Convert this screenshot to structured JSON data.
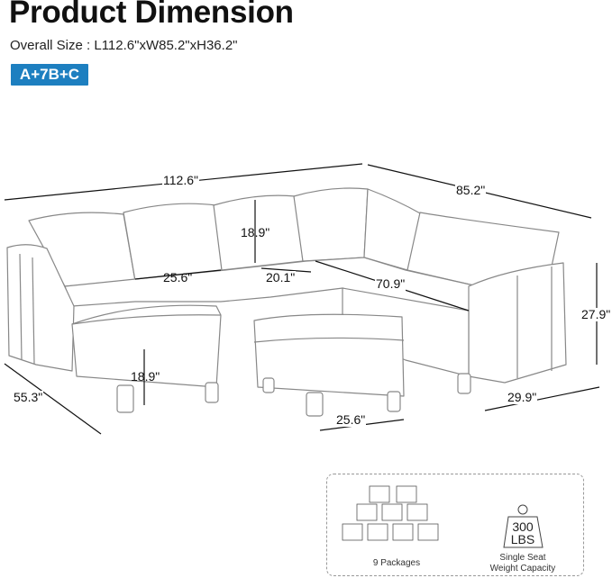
{
  "title": "Product Dimension",
  "overall_size": "Overall Size : L112.6\"xW85.2\"xH36.2\"",
  "config_badge": "A+7B+C",
  "dimensions": {
    "length": "112.6\"",
    "width": "85.2\"",
    "back_height": "18.9\"",
    "seat_width": "25.6\"",
    "seat_depth": "20.1\"",
    "chaise_length": "70.9\"",
    "total_height": "27.9\"",
    "ottoman_height": "18.9\"",
    "side_depth": "55.3\"",
    "corner_depth": "29.9\"",
    "ottoman_width": "25.6\""
  },
  "info": {
    "packages": "9 Packages",
    "weight_value": "300",
    "weight_unit": "LBS",
    "weight_caption_1": "Single Seat",
    "weight_caption_2": "Weight Capacity"
  }
}
